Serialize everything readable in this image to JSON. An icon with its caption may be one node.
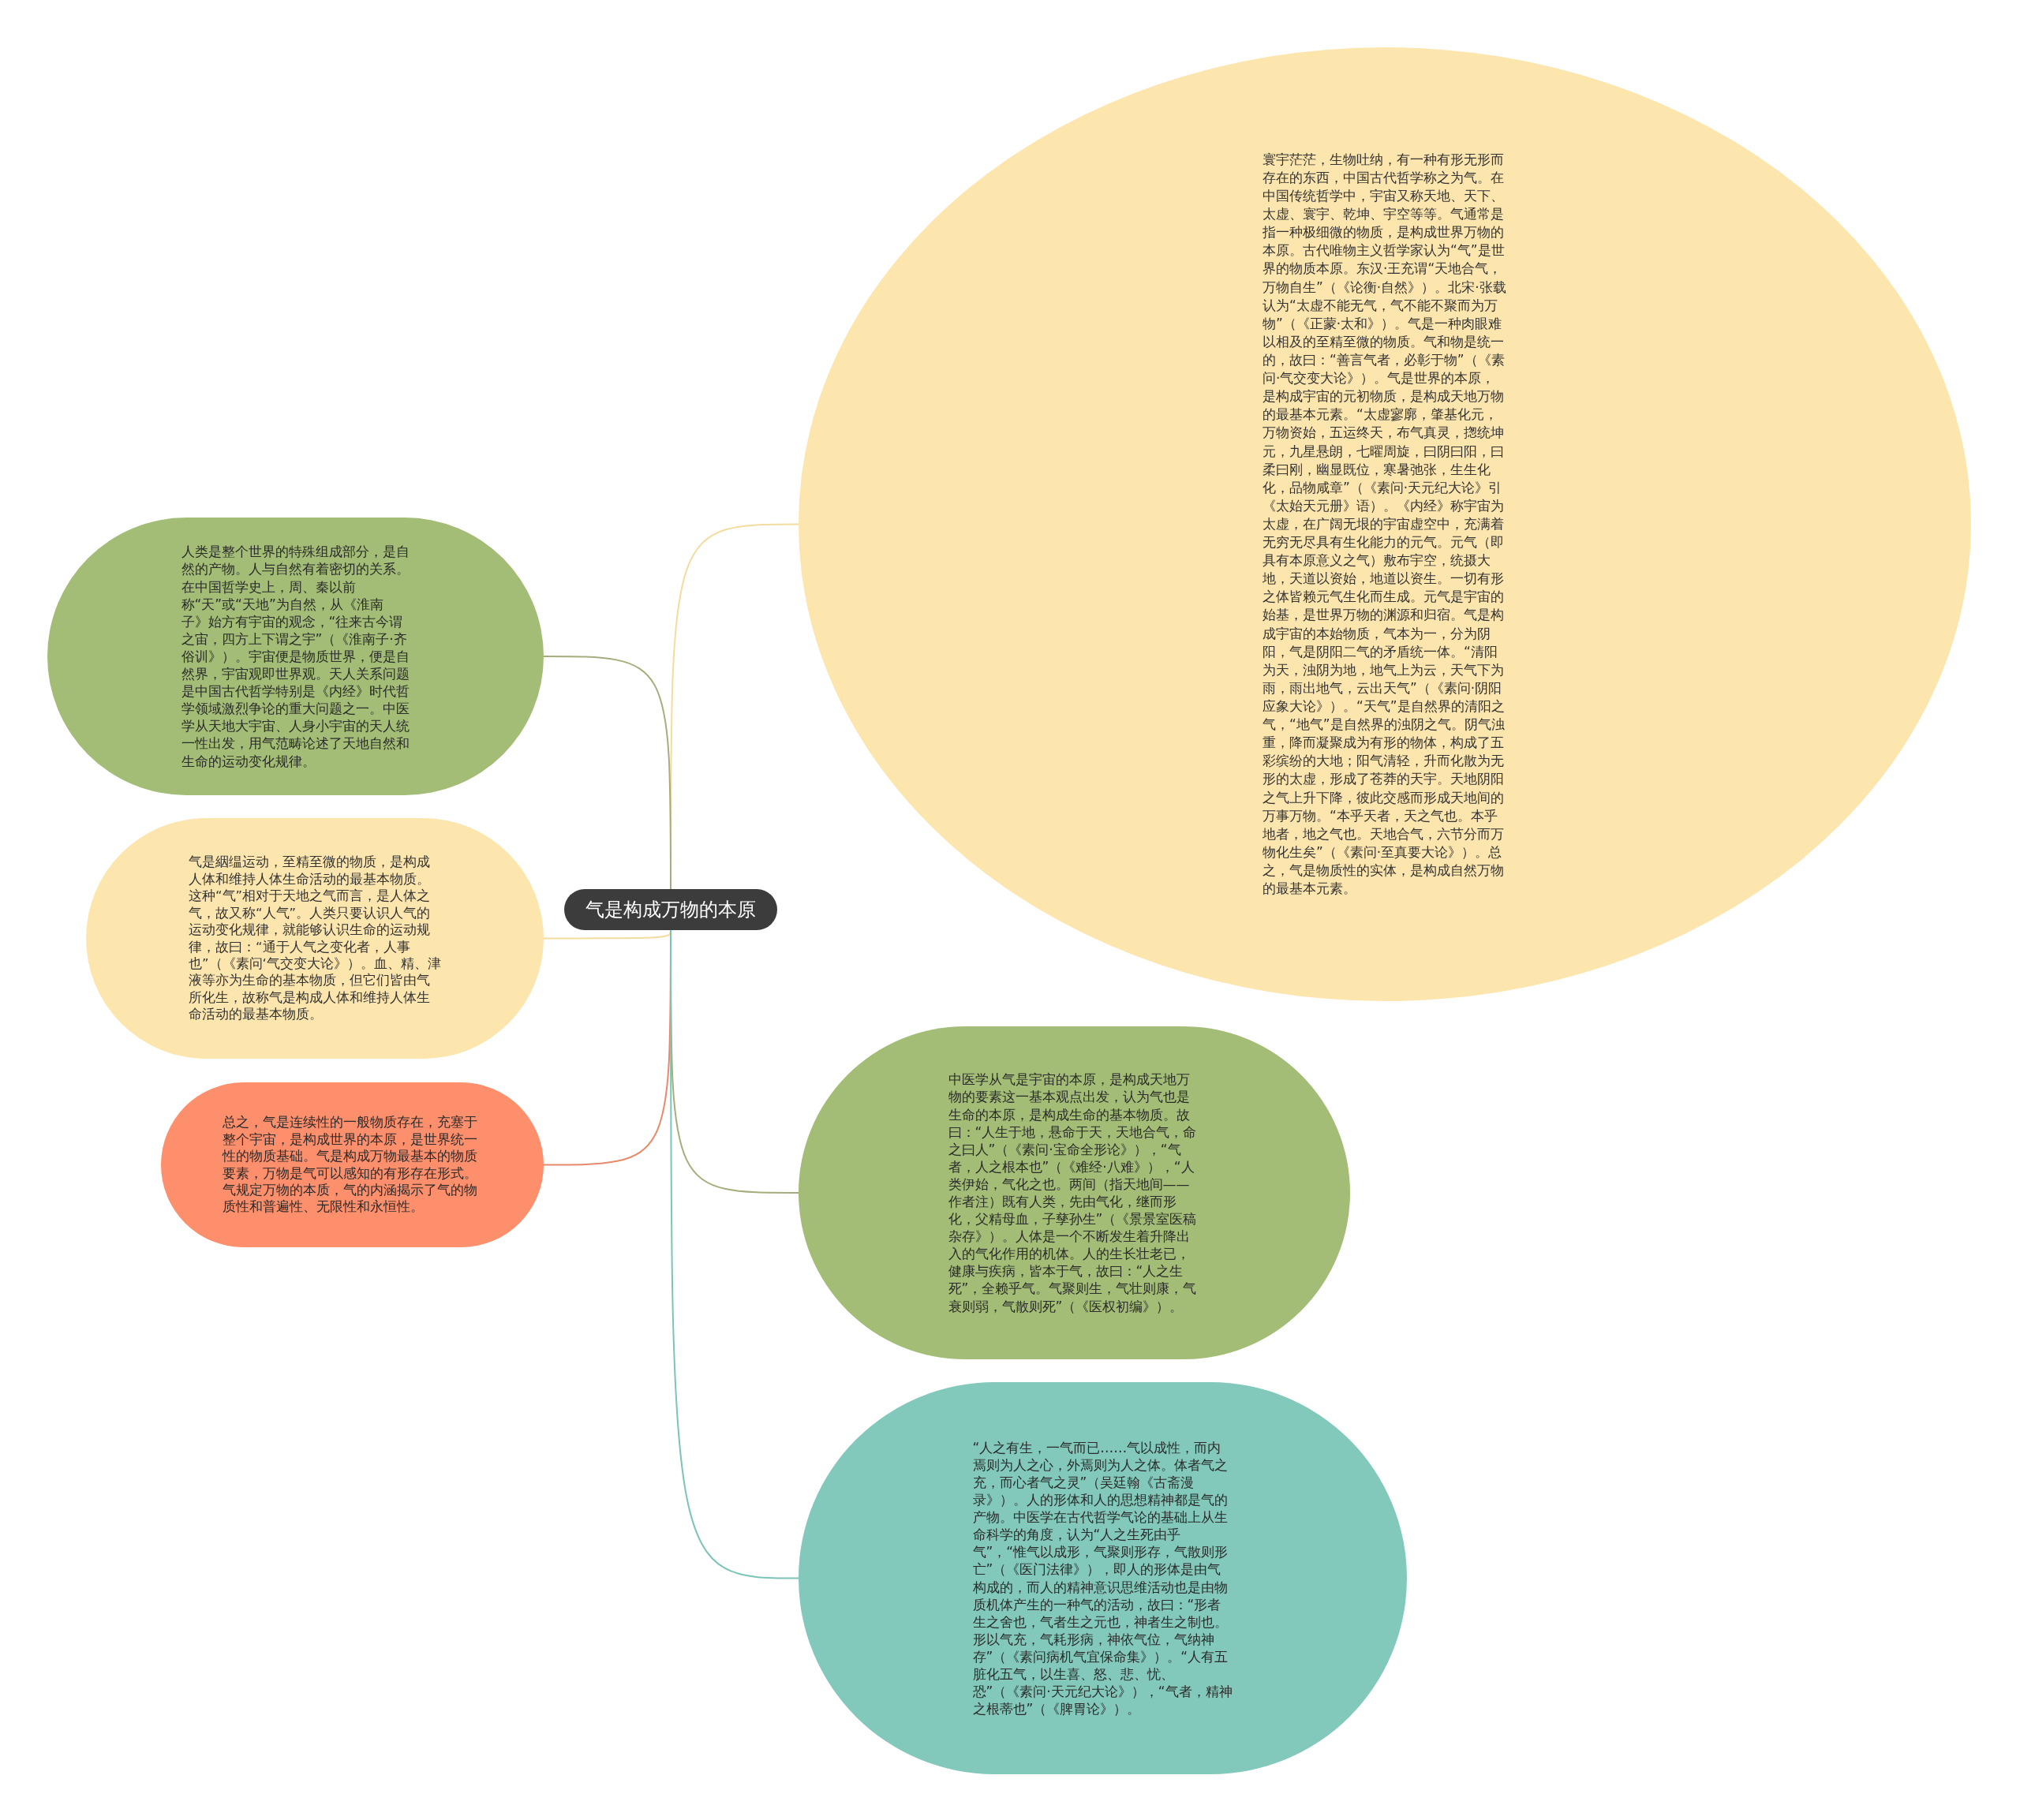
{
  "diagram": {
    "nodes": [
      {
        "text": [
          "气是构成万物的本原"
        ]
      },
      {
        "text": [
          "寰宇茫茫，生物吐纳，有一种有形无形而存在的东西，中国古代哲学称之为气。在中国传统哲学中，宇宙又称天地、天下、太虚、寰宇、乾坤、宇空等等。气通常是指一种极细微的物质，是构成世界万物的本原。古代唯物主义哲学家认为“气”是世界的物质本原。东汉·王充谓“天地合气，万物自生”（《论衡·自然》）。北宋·张载认为“太虚不能无气，气不能不聚而为万物”（《正蒙·太和》）。气是一种肉眼难以相及的至精至微的物质。气和物是统一的，故曰：“善言气者，必彰于物”（《素问·气交变大论》）。气是世界的本原，是构成宇宙的元初物质，是构成天地万物的最基本元素。“太虚寥廓，肇基化元，万物资始，五运终天，布气真灵，揔统坤元，九星悬朗，七曜周旋，曰阴曰阳，曰柔曰刚，幽显既位，寒暑弛张，生生化化，品物咸章”（《素问·天元纪大论》引《太始天元册》语）。《内经》称宇宙为太虚，在广阔无垠的宇宙虚空中，充满着无穷无尽具有生化能力的元气。元气（即具有本原意义之气）敷布宇空，统摄大地，天道以资始，地道以资生。一切有形之体皆赖元气生化而生成。元气是宇宙的始基，是世界万物的渊源和归宿。气是构成宇宙的本始物质，气本为一，分为阴阳，气是阴阳二气的矛盾统一体。“清阳为天，浊阴为地，地气上为云，天气下为雨，雨出地气，云出天气”（《素问·阴阳应象大论》）。“天气”是自然界的清阳之气，“地气”是自然界的浊阴之气。阴气浊重，降而凝聚成为有形的物体，构成了五彩缤纷的大地；阳气清轻，升而化散为无形的太虚，形成了苍莽的天宇。天地阴阳之气上升下降，彼此交感而形成天地间的万事万物。“本乎天者，天之气也。本乎地者，地之气也。天地合气，六节分而万物化生矣”（《素问·至真要大论》）。总之，气是物质性的实体，是构成自然万物的最基本元素。"
        ]
      },
      {
        "text": [
          "人类是整个世界的特殊组成部分，是自然的产物。人与自然有着密切的关系。在中国哲学史上，周、秦以前称“天”或“天地”为自然，从《淮南子》始方有宇宙的观念，“往来古今谓之宙，四方上下谓之宇”（《淮南子·齐俗训》）。宇宙便是物质世界，便是自然界，宇宙观即世界观。天人关系问题是中国古代哲学特别是《内经》时代哲学领域激烈争论的重大问题之一。中医学从天地大宇宙、人身小宇宙的天人统一性出发，用气范畴论述了天地自然和生命的运动变化规律。"
        ]
      },
      {
        "text": [
          "气是絪缊运动，至精至微的物质，是构成人体和维持人体生命活动的最基本物质。这种“气”相对于天地之气而言，是人体之气，故又称“人气”。人类只要认识人气的运动变化规律，就能够认识生命的运动规律，故曰：“通于人气之变化者，人事也”（《素问‘气交变大论》）。血、精、津液等亦为生命的基本物质，但它们皆由气所化生，故称气是构成人体和维持人体生命活动的最基本物质。"
        ]
      },
      {
        "text": [
          "总之，气是连续性的一般物质存在，充塞于整个宇宙，是构成世界的本原，是世界统一性的物质基础。气是构成万物最基本的物质要素，万物是气可以感知的有形存在形式。气规定万物的本质，气的内涵揭示了气的物质性和普遍性、无限性和永恒性。"
        ]
      },
      {
        "text": [
          "中医学从气是宇宙的本原，是构成天地万物的要素这一基本观点出发，认为气也是生命的本原，是构成生命的基本物质。故曰：“人生于地，悬命于天，天地合气，命之曰人”（《素问·宝命全形论》），“气者，人之根本也”（《难经·八难》），“人类伊始，气化之也。两间（指天地间——作者注）既有人类，先由气化，继而形化，父精母血，子孳孙生”（《景景室医稿杂存》）。人体是一个不断发生着升降出入的气化作用的机体。人的生长壮老已，健康与疾病，皆本于气，故曰：“人之生死”，全赖乎气。气聚则生，气壮则康，气衰则弱，气散则死”（《医权初编》）。"
        ]
      },
      {
        "text": [
          "“人之有生，一气而已……气以成性，而内焉则为人之心，外焉则为人之体。体者气之充，而心者气之灵”（吴廷翰《古斋漫录》）。人的形体和人的思想精神都是气的产物。中医学在古代哲学气论的基础上从生命科学的角度，认为“人之生死由乎气”，“惟气以成形，气聚则形存，气散则形亡”（《医门法律》），即人的形体是由气构成的，而人的精神意识思维活动也是由物质机体产生的一种气的活动，故曰：“形者生之舍也，气者生之元也，神者生之制也。形以气充，气耗形病，神依气位，气纳神存”（《素问病机气宜保命集》）。“人有五脏化五气，以生喜、怒、悲、忧、恐”（《素问·天元纪大论》），“气者，精神之根蒂也”（《脾胃论》）。"
        ]
      }
    ],
    "edges": [
      {
        "from": 0,
        "to": 1,
        "arrow": "none",
        "color": "#f3dc9e"
      },
      {
        "from": 0,
        "to": 2,
        "arrow": "none",
        "color": "#a6ad7c"
      },
      {
        "from": 0,
        "to": 3,
        "arrow": "none",
        "color": "#f3dc9e"
      },
      {
        "from": 0,
        "to": 4,
        "arrow": "none",
        "color": "#e8896a"
      },
      {
        "from": 0,
        "to": 5,
        "arrow": "none",
        "color": "#a6ad7c"
      },
      {
        "from": 0,
        "to": 6,
        "arrow": "none",
        "color": "#7cc4b6"
      }
    ]
  }
}
